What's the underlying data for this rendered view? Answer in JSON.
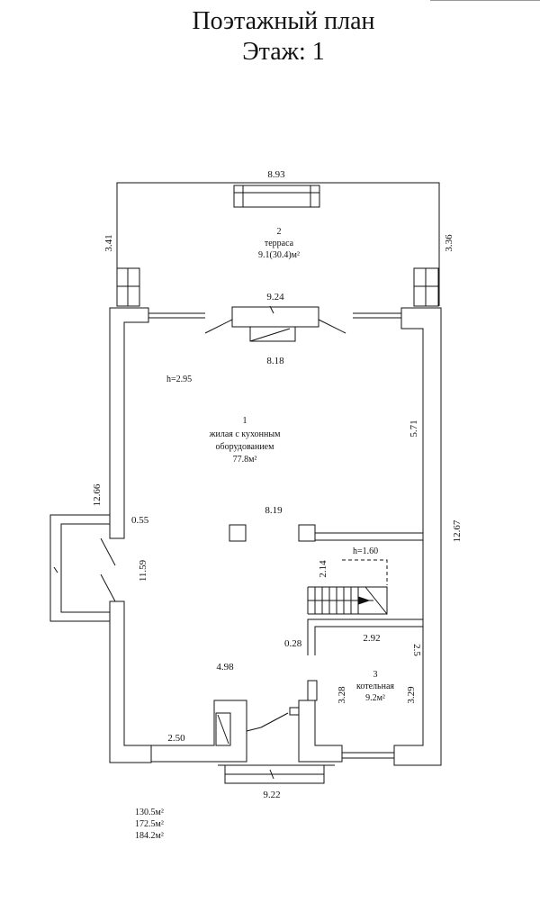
{
  "header": {
    "title": "Поэтажный план",
    "floor": "Этаж: 1"
  },
  "rooms": [
    {
      "number": "1",
      "name_line1": "жилая с кухонным",
      "name_line2": "оборудованием",
      "area": "77.8м²"
    },
    {
      "number": "2",
      "name": "терраса",
      "area": "9.1(30.4)м²"
    },
    {
      "number": "3",
      "name": "котельная",
      "area": "9.2м²"
    }
  ],
  "heights": {
    "main": "h=2.95",
    "stair": "h=1.60"
  },
  "dimensions": {
    "terrace_width": "8.93",
    "terrace_left": "3.41",
    "terrace_right": "3.36",
    "top_wall": "9.24",
    "inner_top": "8.18",
    "left_outer": "12.66",
    "right_outer": "12.67",
    "right_inner": "5.71",
    "middle": "8.19",
    "porch_small": "0.55",
    "left_inner": "11.59",
    "stair_depth": "2.14",
    "wall_small": "0.28",
    "boiler_width": "2.92",
    "bottom_left": "4.98",
    "boiler_left": "3.28",
    "boiler_right": "3.29",
    "bottom_seg": "2.50",
    "bottom_total": "9.22",
    "rotated_small": "2.5"
  },
  "totals": [
    "130.5м²",
    "172.5м²",
    "184.2м²"
  ]
}
